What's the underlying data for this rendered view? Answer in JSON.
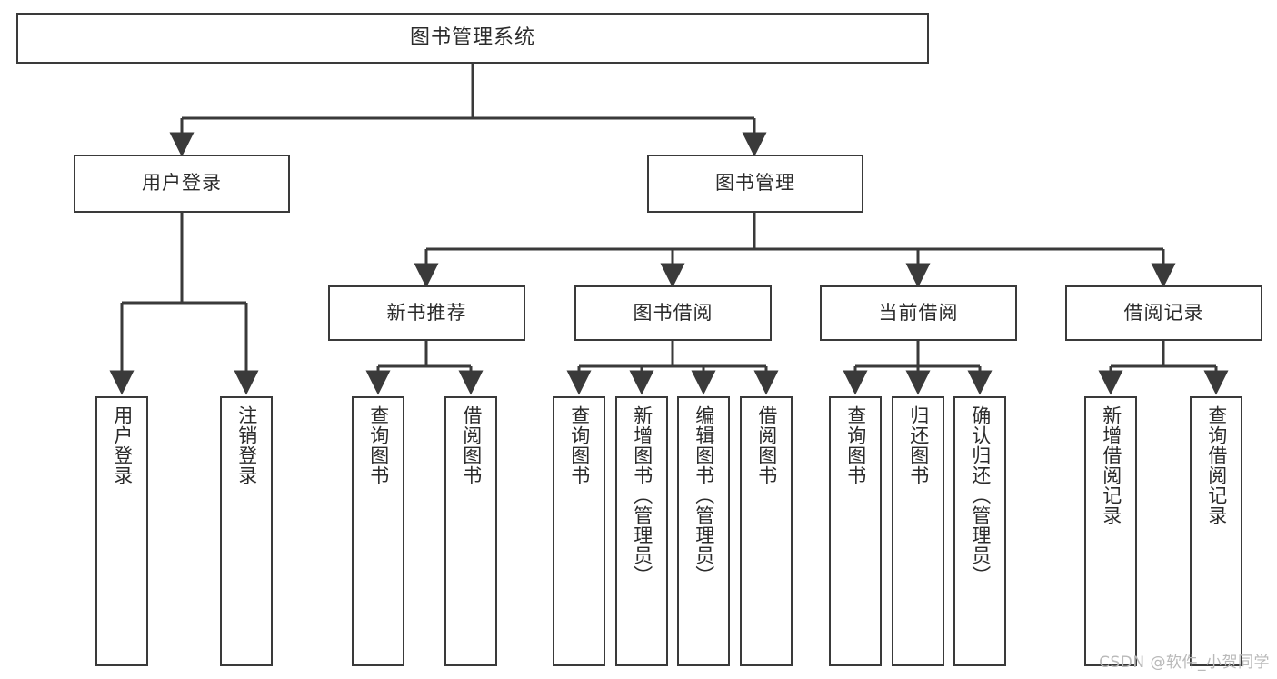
{
  "diagram": {
    "type": "tree-hierarchy",
    "title": "图书管理系统",
    "watermark": "CSDN @软件_小贺同学",
    "colors": {
      "box_border": "#3a3a3a",
      "box_fill": "#ffffff",
      "connector": "#3a3a3a",
      "text": "#2b2b2b",
      "watermark": "#b9b9b9",
      "background": "#ffffff"
    },
    "root": {
      "label": "图书管理系统"
    },
    "level2": [
      {
        "id": "user-login",
        "label": "用户登录"
      },
      {
        "id": "book-manage",
        "label": "图书管理"
      }
    ],
    "level3": [
      {
        "id": "new-book-recommend",
        "label": "新书推荐",
        "parent": "book-manage"
      },
      {
        "id": "book-borrow",
        "label": "图书借阅",
        "parent": "book-manage"
      },
      {
        "id": "current-borrow",
        "label": "当前借阅",
        "parent": "book-manage"
      },
      {
        "id": "borrow-record",
        "label": "借阅记录",
        "parent": "book-manage"
      }
    ],
    "leaves": {
      "user-login": [
        {
          "id": "leaf-user-login",
          "label": "用户登录"
        },
        {
          "id": "leaf-user-logout",
          "label": "注销登录"
        }
      ],
      "new-book-recommend": [
        {
          "id": "leaf-query-book-1",
          "label": "查询图书"
        },
        {
          "id": "leaf-borrow-book-1",
          "label": "借阅图书"
        }
      ],
      "book-borrow": [
        {
          "id": "leaf-query-book-2",
          "label": "查询图书"
        },
        {
          "id": "leaf-add-book",
          "label": "新增图书（管理员）"
        },
        {
          "id": "leaf-edit-book",
          "label": "编辑图书（管理员）"
        },
        {
          "id": "leaf-borrow-book-2",
          "label": "借阅图书"
        }
      ],
      "current-borrow": [
        {
          "id": "leaf-query-book-3",
          "label": "查询图书"
        },
        {
          "id": "leaf-return-book",
          "label": "归还图书"
        },
        {
          "id": "leaf-confirm-return",
          "label": "确认归还（管理员）"
        }
      ],
      "borrow-record": [
        {
          "id": "leaf-add-record",
          "label": "新增借阅记录"
        },
        {
          "id": "leaf-query-record",
          "label": "查询借阅记录"
        }
      ]
    }
  }
}
